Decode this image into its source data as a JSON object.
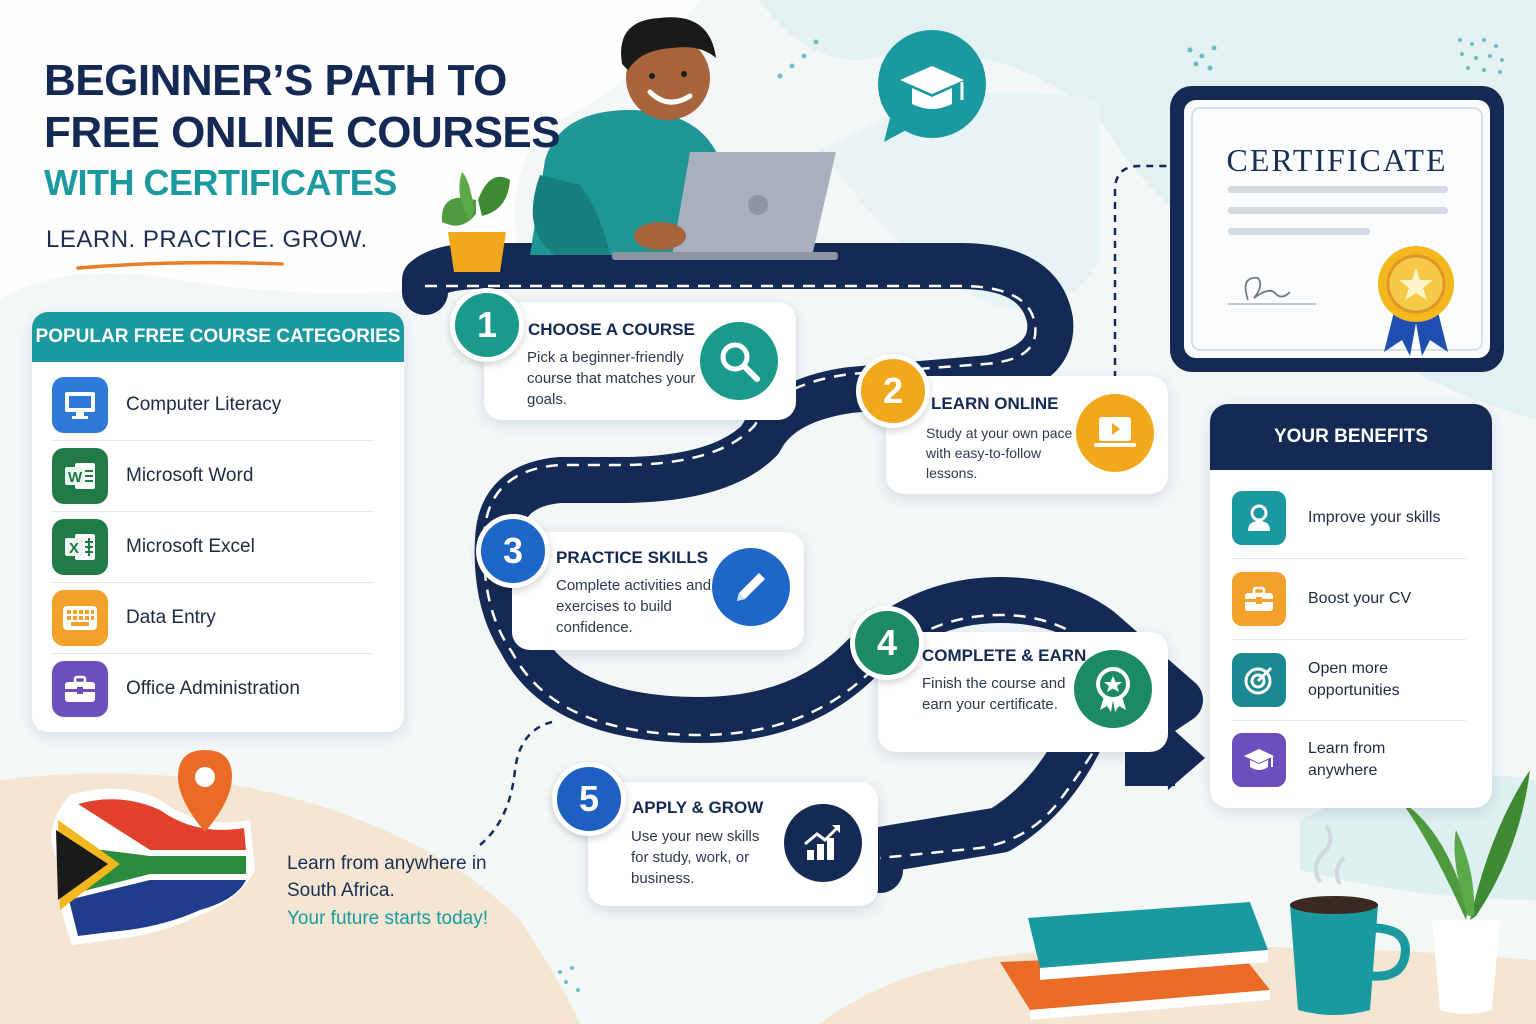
{
  "title": {
    "line1": "BEGINNER’S PATH TO",
    "line2": "FREE ONLINE COURSES",
    "line3": "WITH CERTIFICATES",
    "tagline": "LEARN. PRACTICE. GROW."
  },
  "categories": {
    "heading": "POPULAR FREE COURSE CATEGORIES",
    "items": [
      {
        "label": "Computer Literacy",
        "icon": "monitor-icon",
        "color": "#2f7ad9"
      },
      {
        "label": "Microsoft Word",
        "icon": "word-icon",
        "color": "#1f7a46"
      },
      {
        "label": "Microsoft Excel",
        "icon": "excel-icon",
        "color": "#1f7a46"
      },
      {
        "label": "Data Entry",
        "icon": "keyboard-icon",
        "color": "#f2a12a"
      },
      {
        "label": "Office Administration",
        "icon": "briefcase-icon",
        "color": "#6b4fbf"
      }
    ]
  },
  "steps": [
    {
      "num": "1",
      "title": "CHOOSE A COURSE",
      "desc": "Pick a beginner-friendly course that matches your goals.",
      "icon": "magnifier-icon",
      "color": "#1a9a8a"
    },
    {
      "num": "2",
      "title": "LEARN ONLINE",
      "desc": "Study at your own pace with easy-to-follow lessons.",
      "icon": "video-laptop-icon",
      "color": "#f2a81d"
    },
    {
      "num": "3",
      "title": "PRACTICE SKILLS",
      "desc": "Complete activities and exercises to build confidence.",
      "icon": "pencil-icon",
      "color": "#1e67c9"
    },
    {
      "num": "4",
      "title": "COMPLETE & EARN",
      "desc": "Finish the course and earn your certificate.",
      "icon": "award-ribbon-icon",
      "color": "#1d8a66"
    },
    {
      "num": "5",
      "title": "APPLY & GROW",
      "desc": "Use your new skills for study, work, or business.",
      "icon": "growth-chart-icon",
      "color": "#1e5fc2"
    }
  ],
  "certificate": {
    "title": "CERTIFICATE"
  },
  "benefits": {
    "heading": "YOUR BENEFITS",
    "items": [
      {
        "label": "Improve your skills",
        "icon": "user-icon",
        "color": "#1a9aa0"
      },
      {
        "label": "Boost your CV",
        "icon": "briefcase-icon",
        "color": "#f2a12a"
      },
      {
        "label": "Open more opportunities",
        "icon": "target-icon",
        "color": "#1a8a90"
      },
      {
        "label": "Learn from anywhere",
        "icon": "graduation-cap-icon",
        "color": "#6b4fbf"
      }
    ]
  },
  "south_africa": {
    "line1": "Learn from anywhere in South Africa.",
    "line2": "Your future starts today!"
  },
  "colors": {
    "navy": "#142a55",
    "teal": "#1a9aa0",
    "orange": "#f2a12a"
  }
}
